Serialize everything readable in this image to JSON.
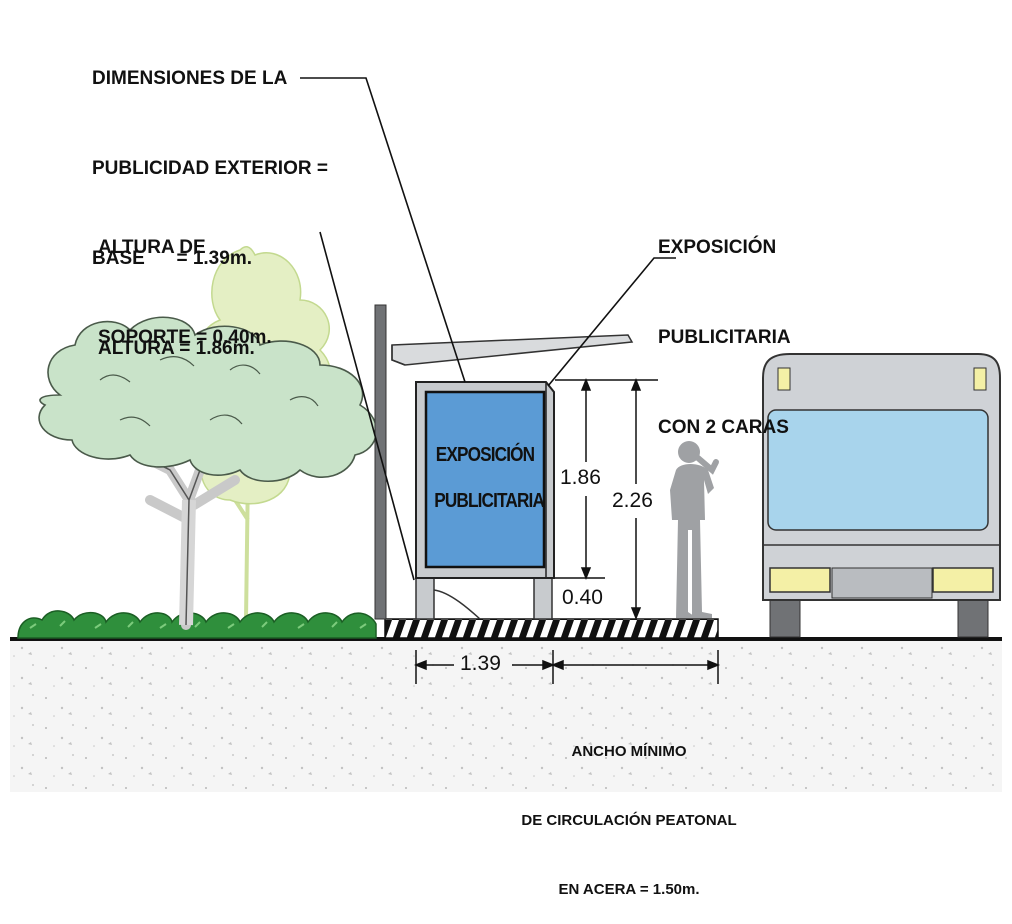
{
  "labels": {
    "dim_title_1": "DIMENSIONES DE LA",
    "dim_title_2": "PUBLICIDAD EXTERIOR =",
    "dim_base": "BASE      = 1.39m.",
    "dim_altura": "ALTURA = 1.86m.",
    "soporte_1": "ALTURA DE",
    "soporte_2": "SOPORTE = 0.40m.",
    "expo_1": "EXPOSICIÓN",
    "expo_2": "PUBLICITARIA",
    "expo_3": "CON 2 CARAS",
    "panel_1": "EXPOSICIÓN",
    "panel_2": "PUBLICITARIA",
    "dim_186": "1.86",
    "dim_226": "2.26",
    "dim_040": "0.40",
    "dim_139": "1.39",
    "ancho_1": "ANCHO MÍNIMO",
    "ancho_2": "DE CIRCULACIÓN PEATONAL",
    "ancho_3": "EN ACERA = 1.50m."
  },
  "colors": {
    "panel_blue": "#5b9bd5",
    "panel_border": "#1a1a1a",
    "frame_gray": "#c8cbce",
    "hedge_green": "#2e8b3a",
    "tree_light": "#c5e0c5",
    "tree_yellow": "#dcebb0",
    "bus_body": "#cfd2d6",
    "bus_window": "#a8d4ec",
    "bus_lights": "#f4f0a6",
    "person_gray": "#9fa1a4",
    "ground": "#f4f4f4"
  }
}
